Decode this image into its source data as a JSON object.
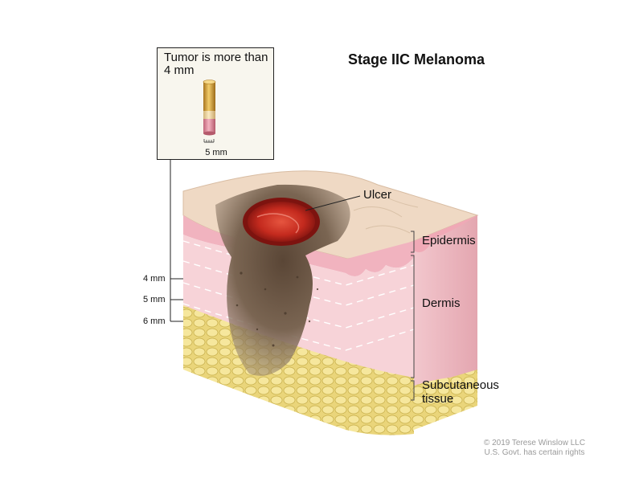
{
  "title": "Stage IIC Melanoma",
  "inset": {
    "caption": "Tumor is more than 4 mm",
    "scale_label": "5 mm"
  },
  "labels": {
    "ulcer": "Ulcer",
    "epidermis": "Epidermis",
    "dermis": "Dermis",
    "subcutaneous": "Subcutaneous tissue"
  },
  "depth_ticks": [
    "4 mm",
    "5 mm",
    "6 mm"
  ],
  "credit": {
    "line1": "© 2019 Terese Winslow LLC",
    "line2": "U.S. Govt. has certain rights"
  },
  "colors": {
    "skin_surface": "#efd9c4",
    "epidermis": "#f1b3bf",
    "dermis": "#f7d3d8",
    "fat": "#f0e089",
    "tumor": "#6f5a47",
    "ulcer": "#c42a1e"
  }
}
